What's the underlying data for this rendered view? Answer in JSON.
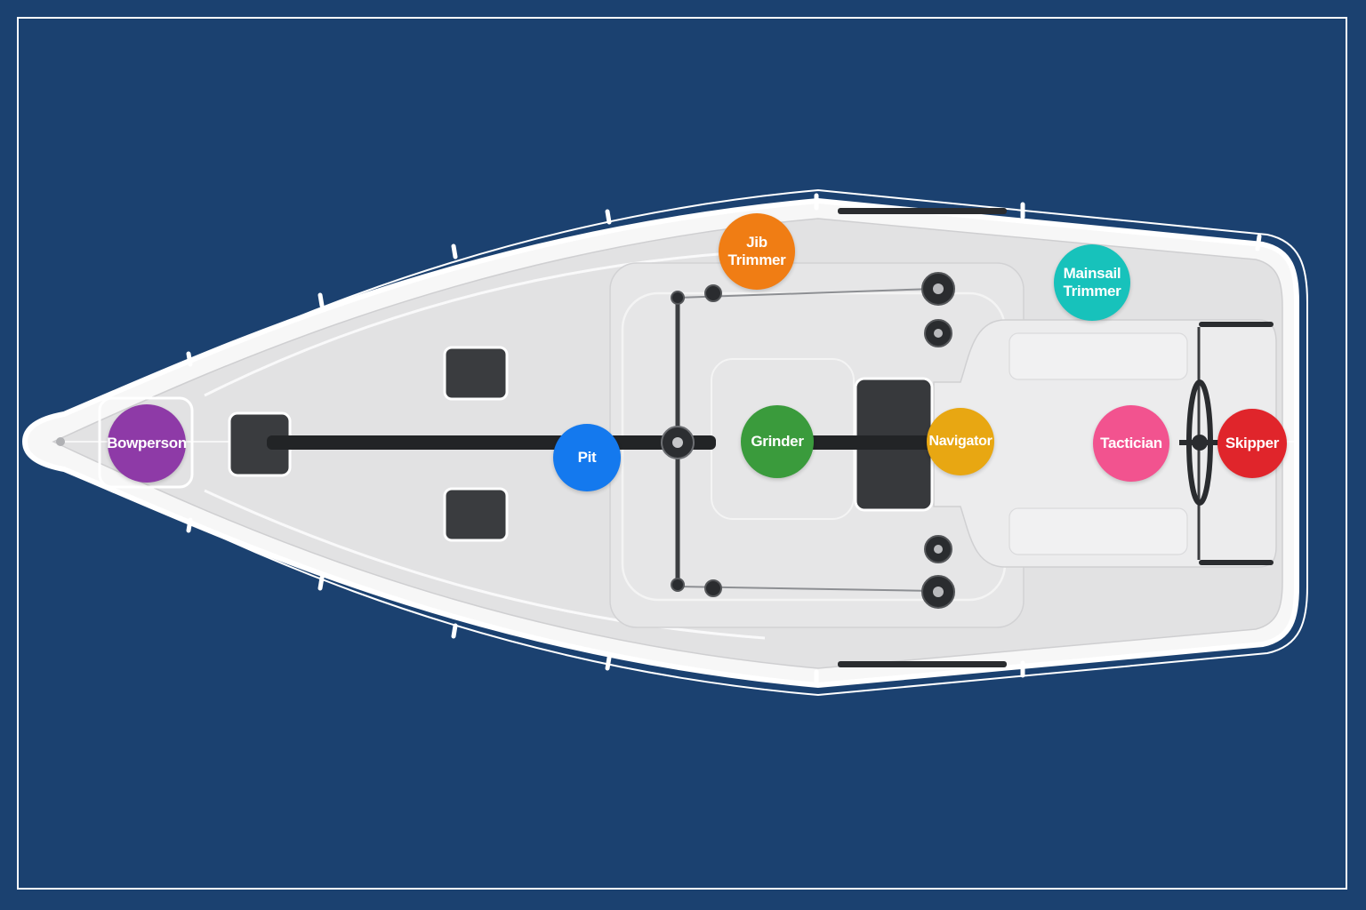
{
  "diagram": {
    "background_color": "#1b4170",
    "roles": [
      {
        "id": "bowperson",
        "label": "Bowperson",
        "color": "#8e3aa7"
      },
      {
        "id": "pit",
        "label": "Pit",
        "color": "#1479ee"
      },
      {
        "id": "jib-trimmer",
        "label": "Jib\nTrimmer",
        "color": "#f07d14"
      },
      {
        "id": "grinder",
        "label": "Grinder",
        "color": "#3a9b3c"
      },
      {
        "id": "navigator",
        "label": "Navigator",
        "color": "#e8a712"
      },
      {
        "id": "mainsail-trimmer",
        "label": "Mainsail\nTrimmer",
        "color": "#17c2bb"
      },
      {
        "id": "tactician",
        "label": "Tactician",
        "color": "#f2538f"
      },
      {
        "id": "skipper",
        "label": "Skipper",
        "color": "#e0252b"
      }
    ]
  }
}
